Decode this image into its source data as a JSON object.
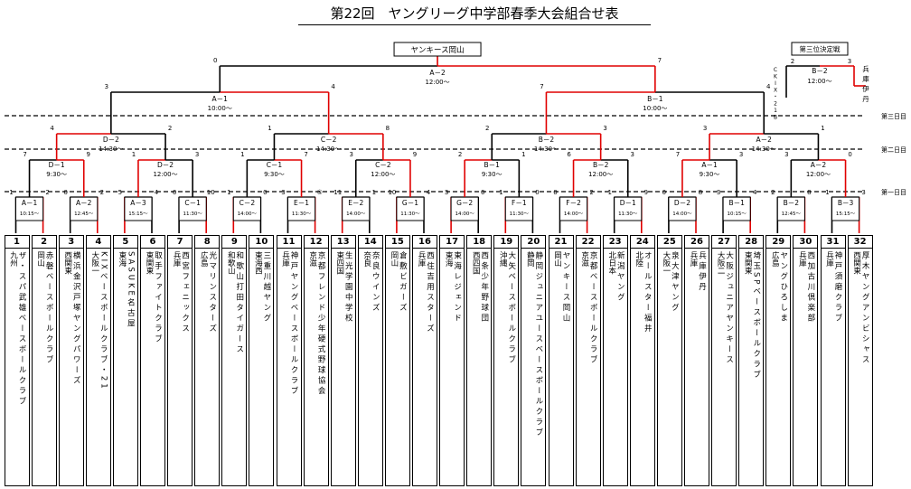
{
  "title": "第22回　ヤングリーグ中学部春季大会組合せ表",
  "final": {
    "box": "ヤンキース岡山",
    "label": "A－2",
    "time": "12:00～",
    "score_left": "0",
    "score_right": "7"
  },
  "third_place": {
    "box": "第三位決定戦",
    "label": "B－2",
    "time": "12:00～",
    "score_left": "2",
    "score_right": "3",
    "left_team_vertical": "KIXB",
    "left_team_prefix": "C",
    "left_team_chars": [
      "C",
      "K",
      "I",
      "X",
      "・",
      "2",
      "1",
      "B"
    ],
    "right_team": "兵庫伊丹",
    "right_team_chars": [
      "兵",
      "庫",
      "伊",
      "丹"
    ]
  },
  "day_labels": {
    "day3": "第三日目",
    "day2": "第二日目",
    "day1": "第一日目"
  },
  "semis": [
    {
      "label": "A－1",
      "time": "10:00～",
      "score_left": "3",
      "score_right": "4"
    },
    {
      "label": "B－1",
      "time": "10:00～",
      "score_left": "7",
      "score_right": "4"
    }
  ],
  "quarters": [
    {
      "label": "D－2",
      "time": "14:30～",
      "score_left": "4",
      "score_right": "2"
    },
    {
      "label": "C－2",
      "time": "14:30～",
      "score_left": "1",
      "score_right": "8"
    },
    {
      "label": "B－2",
      "time": "14:30～",
      "score_left": "2",
      "score_right": "3"
    },
    {
      "label": "A－2",
      "time": "14:30～",
      "score_left": "3",
      "score_right": "1"
    }
  ],
  "round2": [
    {
      "label": "D－1",
      "time": "9:30～",
      "score_left": "7",
      "score_right": "9"
    },
    {
      "label": "D－2",
      "time": "12:00～",
      "score_left": "1",
      "score_right": "3"
    },
    {
      "label": "C－1",
      "time": "9:30～",
      "score_left": "1",
      "score_right": "7"
    },
    {
      "label": "C－2",
      "time": "12:00～",
      "score_left": "3",
      "score_right": "9"
    },
    {
      "label": "B－1",
      "time": "9:30～",
      "score_left": "2",
      "score_right": "1"
    },
    {
      "label": "B－2",
      "time": "12:00～",
      "score_left": "6",
      "score_right": "3"
    },
    {
      "label": "A－1",
      "time": "9:30～",
      "score_left": "7",
      "score_right": "3"
    },
    {
      "label": "A－2",
      "time": "12:00～",
      "score_left": "3",
      "score_right": "0"
    }
  ],
  "round1": [
    {
      "label": "A－1",
      "time": "10:15～",
      "score_left": "1",
      "score_right": "2"
    },
    {
      "label": "A－2",
      "time": "12:45～",
      "score_left": "0",
      "score_right": "2"
    },
    {
      "label": "A－3",
      "time": "15:15～",
      "score_left": "5",
      "score_right": "4"
    },
    {
      "label": "C－1",
      "time": "11:30～",
      "score_left": "0",
      "score_right": "10"
    },
    {
      "label": "C－2",
      "time": "14:00～",
      "score_left": "1",
      "score_right": "0"
    },
    {
      "label": "E－1",
      "time": "11:30～",
      "score_left": "3",
      "score_right": "⑤"
    },
    {
      "label": "E－2",
      "time": "14:00～",
      "score_left": "11",
      "score_right": "1"
    },
    {
      "label": "G－1",
      "time": "11:30～",
      "score_left": "10",
      "score_right": "4"
    },
    {
      "label": "G－2",
      "time": "14:00～",
      "score_left": "3",
      "score_right": "0"
    },
    {
      "label": "F－1",
      "time": "11:30～",
      "score_left": "1",
      "score_right": "0"
    },
    {
      "label": "F－2",
      "time": "14:00～",
      "score_left": "0",
      "score_right": "2"
    },
    {
      "label": "D－1",
      "time": "11:30～",
      "score_left": "1",
      "score_right": "9"
    },
    {
      "label": "D－2",
      "time": "14:00～",
      "score_left": "0",
      "score_right": "8"
    },
    {
      "label": "B－1",
      "time": "10:15～",
      "score_left": "3",
      "score_right": "4"
    },
    {
      "label": "B－2",
      "time": "12:45～",
      "score_left": "2",
      "score_right": "8"
    },
    {
      "label": "B－3",
      "time": "15:15～",
      "score_left": "1",
      "score_right": "3"
    }
  ],
  "teams": [
    {
      "num": "1",
      "pref": "九州",
      "name": "ザ・スパ武雄ベースボールクラブ"
    },
    {
      "num": "2",
      "pref": "岡山",
      "name": "赤磐ベースボールクラブ"
    },
    {
      "num": "3",
      "pref": "西関東",
      "name": "横浜金沢戸塚ヤングパワーズ"
    },
    {
      "num": "4",
      "pref": "大阪一",
      "name": "KIXベースボールクラブ・21"
    },
    {
      "num": "5",
      "pref": "東海",
      "name": "SASUKE名古屋"
    },
    {
      "num": "6",
      "pref": "東関東",
      "name": "取手ファイトクラブ"
    },
    {
      "num": "7",
      "pref": "兵庫",
      "name": "西宮フェニックス"
    },
    {
      "num": "8",
      "pref": "広島",
      "name": "光マリンスターズ"
    },
    {
      "num": "9",
      "pref": "和歌山",
      "name": "和歌山打田タイガース"
    },
    {
      "num": "10",
      "pref": "東海西",
      "name": "三重川越ヤング"
    },
    {
      "num": "11",
      "pref": "兵庫",
      "name": "神戸ヤングベースボールクラブ"
    },
    {
      "num": "12",
      "pref": "京滋",
      "name": "京都フレンド少年硬式野球協会"
    },
    {
      "num": "13",
      "pref": "東四国",
      "name": "生光学園中学校"
    },
    {
      "num": "14",
      "pref": "奈良",
      "name": "奈良ウインズ"
    },
    {
      "num": "15",
      "pref": "岡山",
      "name": "倉敷ビガーズ"
    },
    {
      "num": "16",
      "pref": "兵庫",
      "name": "西住吉用スターズ"
    },
    {
      "num": "17",
      "pref": "東海",
      "name": "東海レジェンド"
    },
    {
      "num": "18",
      "pref": "西四国",
      "name": "西条少年野球団"
    },
    {
      "num": "19",
      "pref": "沖縄",
      "name": "大矢ベースボールクラブ"
    },
    {
      "num": "20",
      "pref": "静岡",
      "name": "静岡ジュニアユースベースボールクラブ"
    },
    {
      "num": "21",
      "pref": "岡山",
      "name": "ヤンキース岡山"
    },
    {
      "num": "22",
      "pref": "京滋",
      "name": "京都ベースボールクラブ"
    },
    {
      "num": "23",
      "pref": "北日本",
      "name": "新潟ヤング"
    },
    {
      "num": "24",
      "pref": "北陸",
      "name": "オールスター福井"
    },
    {
      "num": "25",
      "pref": "大阪一",
      "name": "泉大津ヤング"
    },
    {
      "num": "26",
      "pref": "兵庫",
      "name": "兵庫伊丹"
    },
    {
      "num": "27",
      "pref": "大阪二",
      "name": "大阪ジュニアヤンキース"
    },
    {
      "num": "28",
      "pref": "東関東",
      "name": "埼玉SPベースボールクラブ"
    },
    {
      "num": "29",
      "pref": "広島",
      "name": "ヤングひろしま"
    },
    {
      "num": "30",
      "pref": "兵庫",
      "name": "西加古川倶楽部"
    },
    {
      "num": "31",
      "pref": "兵庫",
      "name": "神戸須磨クラブ"
    },
    {
      "num": "32",
      "pref": "西関東",
      "name": "厚木ヤングアンビシャス"
    }
  ],
  "colors": {
    "winner_line": "#e00000",
    "loser_line": "#000000",
    "box_border": "#000000",
    "dashed_line": "#000000"
  }
}
